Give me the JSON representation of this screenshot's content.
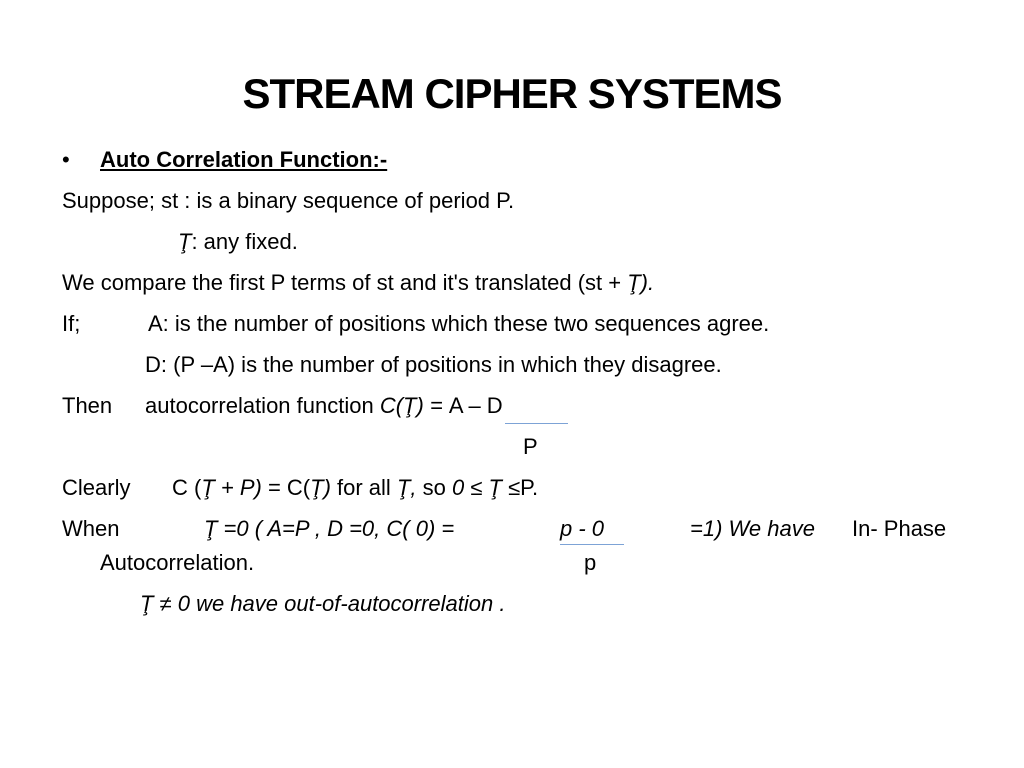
{
  "title": "STREAM CIPHER SYSTEMS",
  "bullet": "•",
  "heading": "Auto Correlation Function:-",
  "lines": {
    "l1": "Suppose; st : is a binary sequence of period P.",
    "l2_sym": "Ţ",
    "l2_text": ": any fixed.",
    "l3_text": "We compare the first P terms of st and it's translated (st + ",
    "l3_it": "Ţ).",
    "l4_label": "If;",
    "l4_text": "A: is the number of positions which these two sequences agree.",
    "l5_text": "D: (P –A) is the number of positions in which they disagree.",
    "l6_label": "Then",
    "l6_text": "autocorrelation function ",
    "l6_it": "C(Ţ) = ",
    "l6_num": "A – D",
    "l6_den": "P",
    "l7_label": "Clearly",
    "l7_a": "C (",
    "l7_b": "Ţ + P)",
    "l7_c": " = C(",
    "l7_d": "Ţ)",
    "l7_e": " for all ",
    "l7_f": "Ţ,",
    "l7_g": " so ",
    "l7_h": "0 ≤ Ţ ",
    "l7_i": "≤P.",
    "l8_label": "When",
    "l8_it1": "Ţ  =0  (  A=P  ,  D  =0,  C(  0)  =",
    "l8_num": "p  -  0",
    "l8_it2": "=1)  We  have",
    "l8_tail": "In-  Phase",
    "l9_text": "Autocorrelation.",
    "l9_den": "p",
    "l10_it": "Ţ ≠ 0  we have out-of-autocorrelation ."
  }
}
